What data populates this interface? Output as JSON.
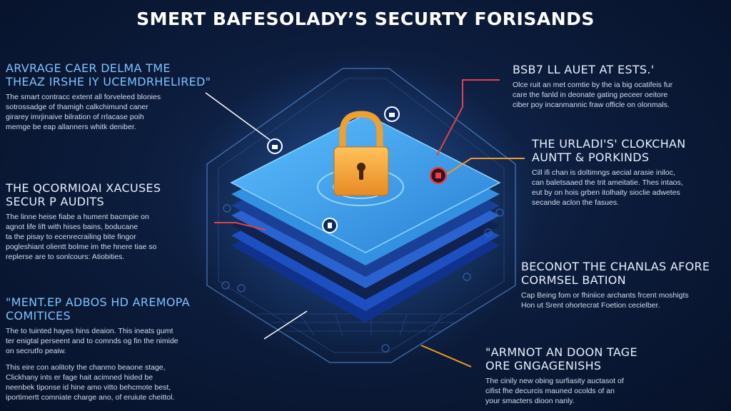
{
  "title": "SMERT BAFESOLADY’S SECURTY FORISANDS",
  "colors": {
    "background": "#0c1c3c",
    "heading_blue": "#7fc2ff",
    "lock_orange": "#f2a23a",
    "accent_red": "#e0424a",
    "accent_orange": "#f09a2a",
    "platform_top": "#3fa7ec"
  },
  "icons": [
    "padlock-icon",
    "lock-badge-icon",
    "alert-badge-icon",
    "shield-badge-icon"
  ],
  "left_blocks": [
    {
      "heading": [
        "ARVRAGE CAER DELMA TME",
        "THEAZ IRSHE IY UCEMDRHELIRED\""
      ],
      "body": [
        "The smart contracc extent all forveleed blonies",
        "sotrossadge of thamigh calkchimund caner",
        "girarey imrjinaive bilration of rrlacase poih",
        "memge be eap allanners whitk deniber."
      ]
    },
    {
      "heading": [
        "THE QCORMIOAI XACUSES",
        "SECUR P AUDITS"
      ],
      "body": [
        "The linne heise fiabe a hument bacmpie on",
        "agnot life lift with hises bains, boducane",
        "ta the pisay to ecenrecrailing bite fingor",
        "pogleshiant olientt bolme im the hnere tiae so",
        "replerse are to sonlcours: Atiobities."
      ]
    },
    {
      "heading": [
        "\"MENT.EP ADBOS HD AREMOPA",
        "COMITICES"
      ],
      "body": [
        "The to tuinted hayes hins deaion. This ineats gumt",
        "ter enigtal perseent and to comnds og fin the nimide",
        "on secrutfo peaiw."
      ]
    },
    {
      "heading": [],
      "body": [
        "This eire con aolitoty the chanmo beaone stage,",
        "Clickhany ints er fage hait acimned hided be",
        "neenbek tiponse id hine amo vitto behcmote best,",
        "iportimertt comniate charge ano, of eruiute cheittol."
      ]
    }
  ],
  "right_blocks": [
    {
      "heading": [
        "BSB7 LL AUET AT ESTS.'"
      ],
      "body": [
        "Olce ruit an met comtie by the ia big ocatifeis fur",
        "care the fanld in deonate gating peceer oeitore",
        "ciber poy incanmannic fraw officle on olonmals."
      ]
    },
    {
      "heading": [
        "THE URLADI'S' CLOKCHAN",
        "AUNTT & PORKINDS"
      ],
      "body": [
        "Cill ifi chan is doltimngs aecial arasie iniloc,",
        "can baletsaaed the trit ameitatie. Thes intaos,",
        "eut by on hois grben itolhaity sioclie adwetes",
        "secande aclon the fasues."
      ]
    },
    {
      "heading": [
        "BECONOT THE CHANLAS AFORE",
        "CORMSEL BATION"
      ],
      "body": [
        "Cap Being fom or fhiniice archants frcent moshigts",
        "Hon ut Srent ohortecrat Foetion cecielber."
      ]
    },
    {
      "heading": [
        "\"ARMNOT AN DOON TAGE",
        "ORE GNGAGENISHS"
      ],
      "body": [
        "The cinily new obing surfiasity auctasot of",
        "cifist fhe decurcis mauned ocolds of an",
        "your smacters dioon nanly."
      ]
    }
  ]
}
